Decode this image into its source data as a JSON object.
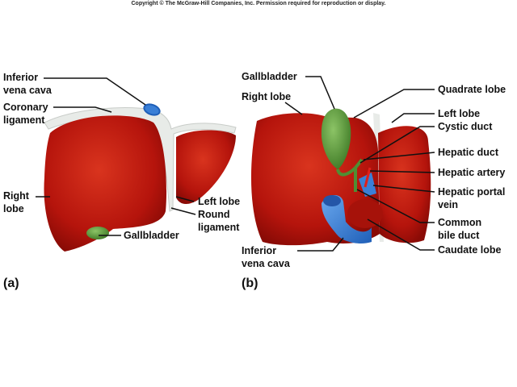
{
  "copyright": "Copyright © The McGraw-Hill Companies, Inc. Permission required for reproduction or display.",
  "panel_a": {
    "tag": "(a)",
    "labels": {
      "inferior_vena_cava_1": "Inferior",
      "inferior_vena_cava_2": "vena cava",
      "coronary_ligament_1": "Coronary",
      "coronary_ligament_2": "ligament",
      "right_lobe_1": "Right",
      "right_lobe_2": "lobe",
      "left_lobe": "Left lobe",
      "round_ligament_1": "Round",
      "round_ligament_2": "ligament",
      "gallbladder": "Gallbladder"
    }
  },
  "panel_b": {
    "tag": "(b)",
    "labels": {
      "gallbladder": "Gallbladder",
      "right_lobe": "Right lobe",
      "quadrate_lobe": "Quadrate lobe",
      "left_lobe": "Left lobe",
      "cystic_duct": "Cystic duct",
      "hepatic_duct": "Hepatic duct",
      "hepatic_artery": "Hepatic artery",
      "hepatic_portal_vein_1": "Hepatic portal",
      "hepatic_portal_vein_2": "vein",
      "common_bile_duct_1": "Common",
      "common_bile_duct_2": "bile duct",
      "caudate_lobe": "Caudate lobe",
      "inferior_vena_cava_1": "Inferior",
      "inferior_vena_cava_2": "vena cava"
    }
  },
  "colors": {
    "liver": "#b5140c",
    "liver_light": "#d8321c",
    "ligament": "#e8ebe8",
    "gallbladder": "#5e9a3c",
    "vena_cava": "#3a7fd6",
    "artery": "#e0201a"
  }
}
